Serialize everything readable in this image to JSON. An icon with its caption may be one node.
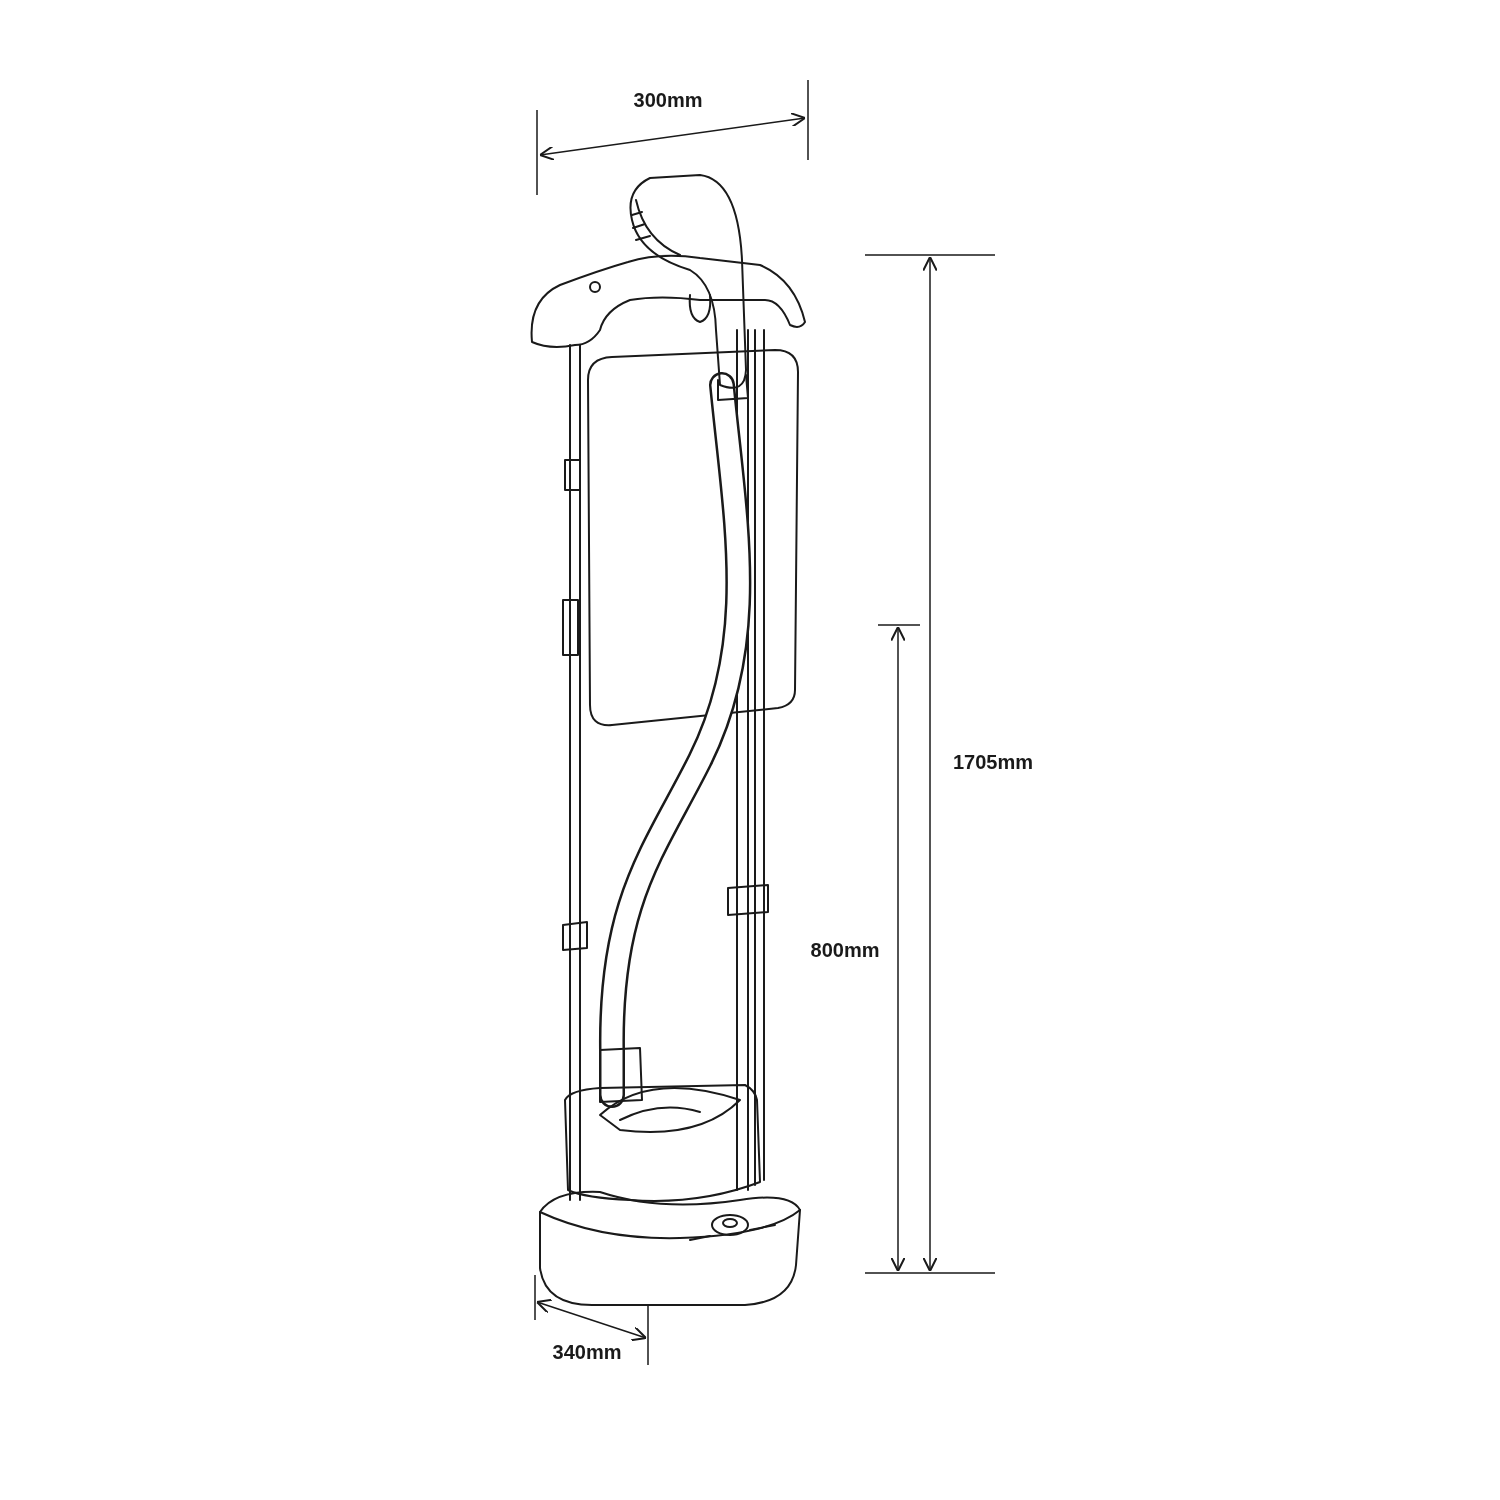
{
  "diagram": {
    "labels": [
      "300mm",
      "1705mm",
      "800mm",
      "340mm"
    ]
  }
}
